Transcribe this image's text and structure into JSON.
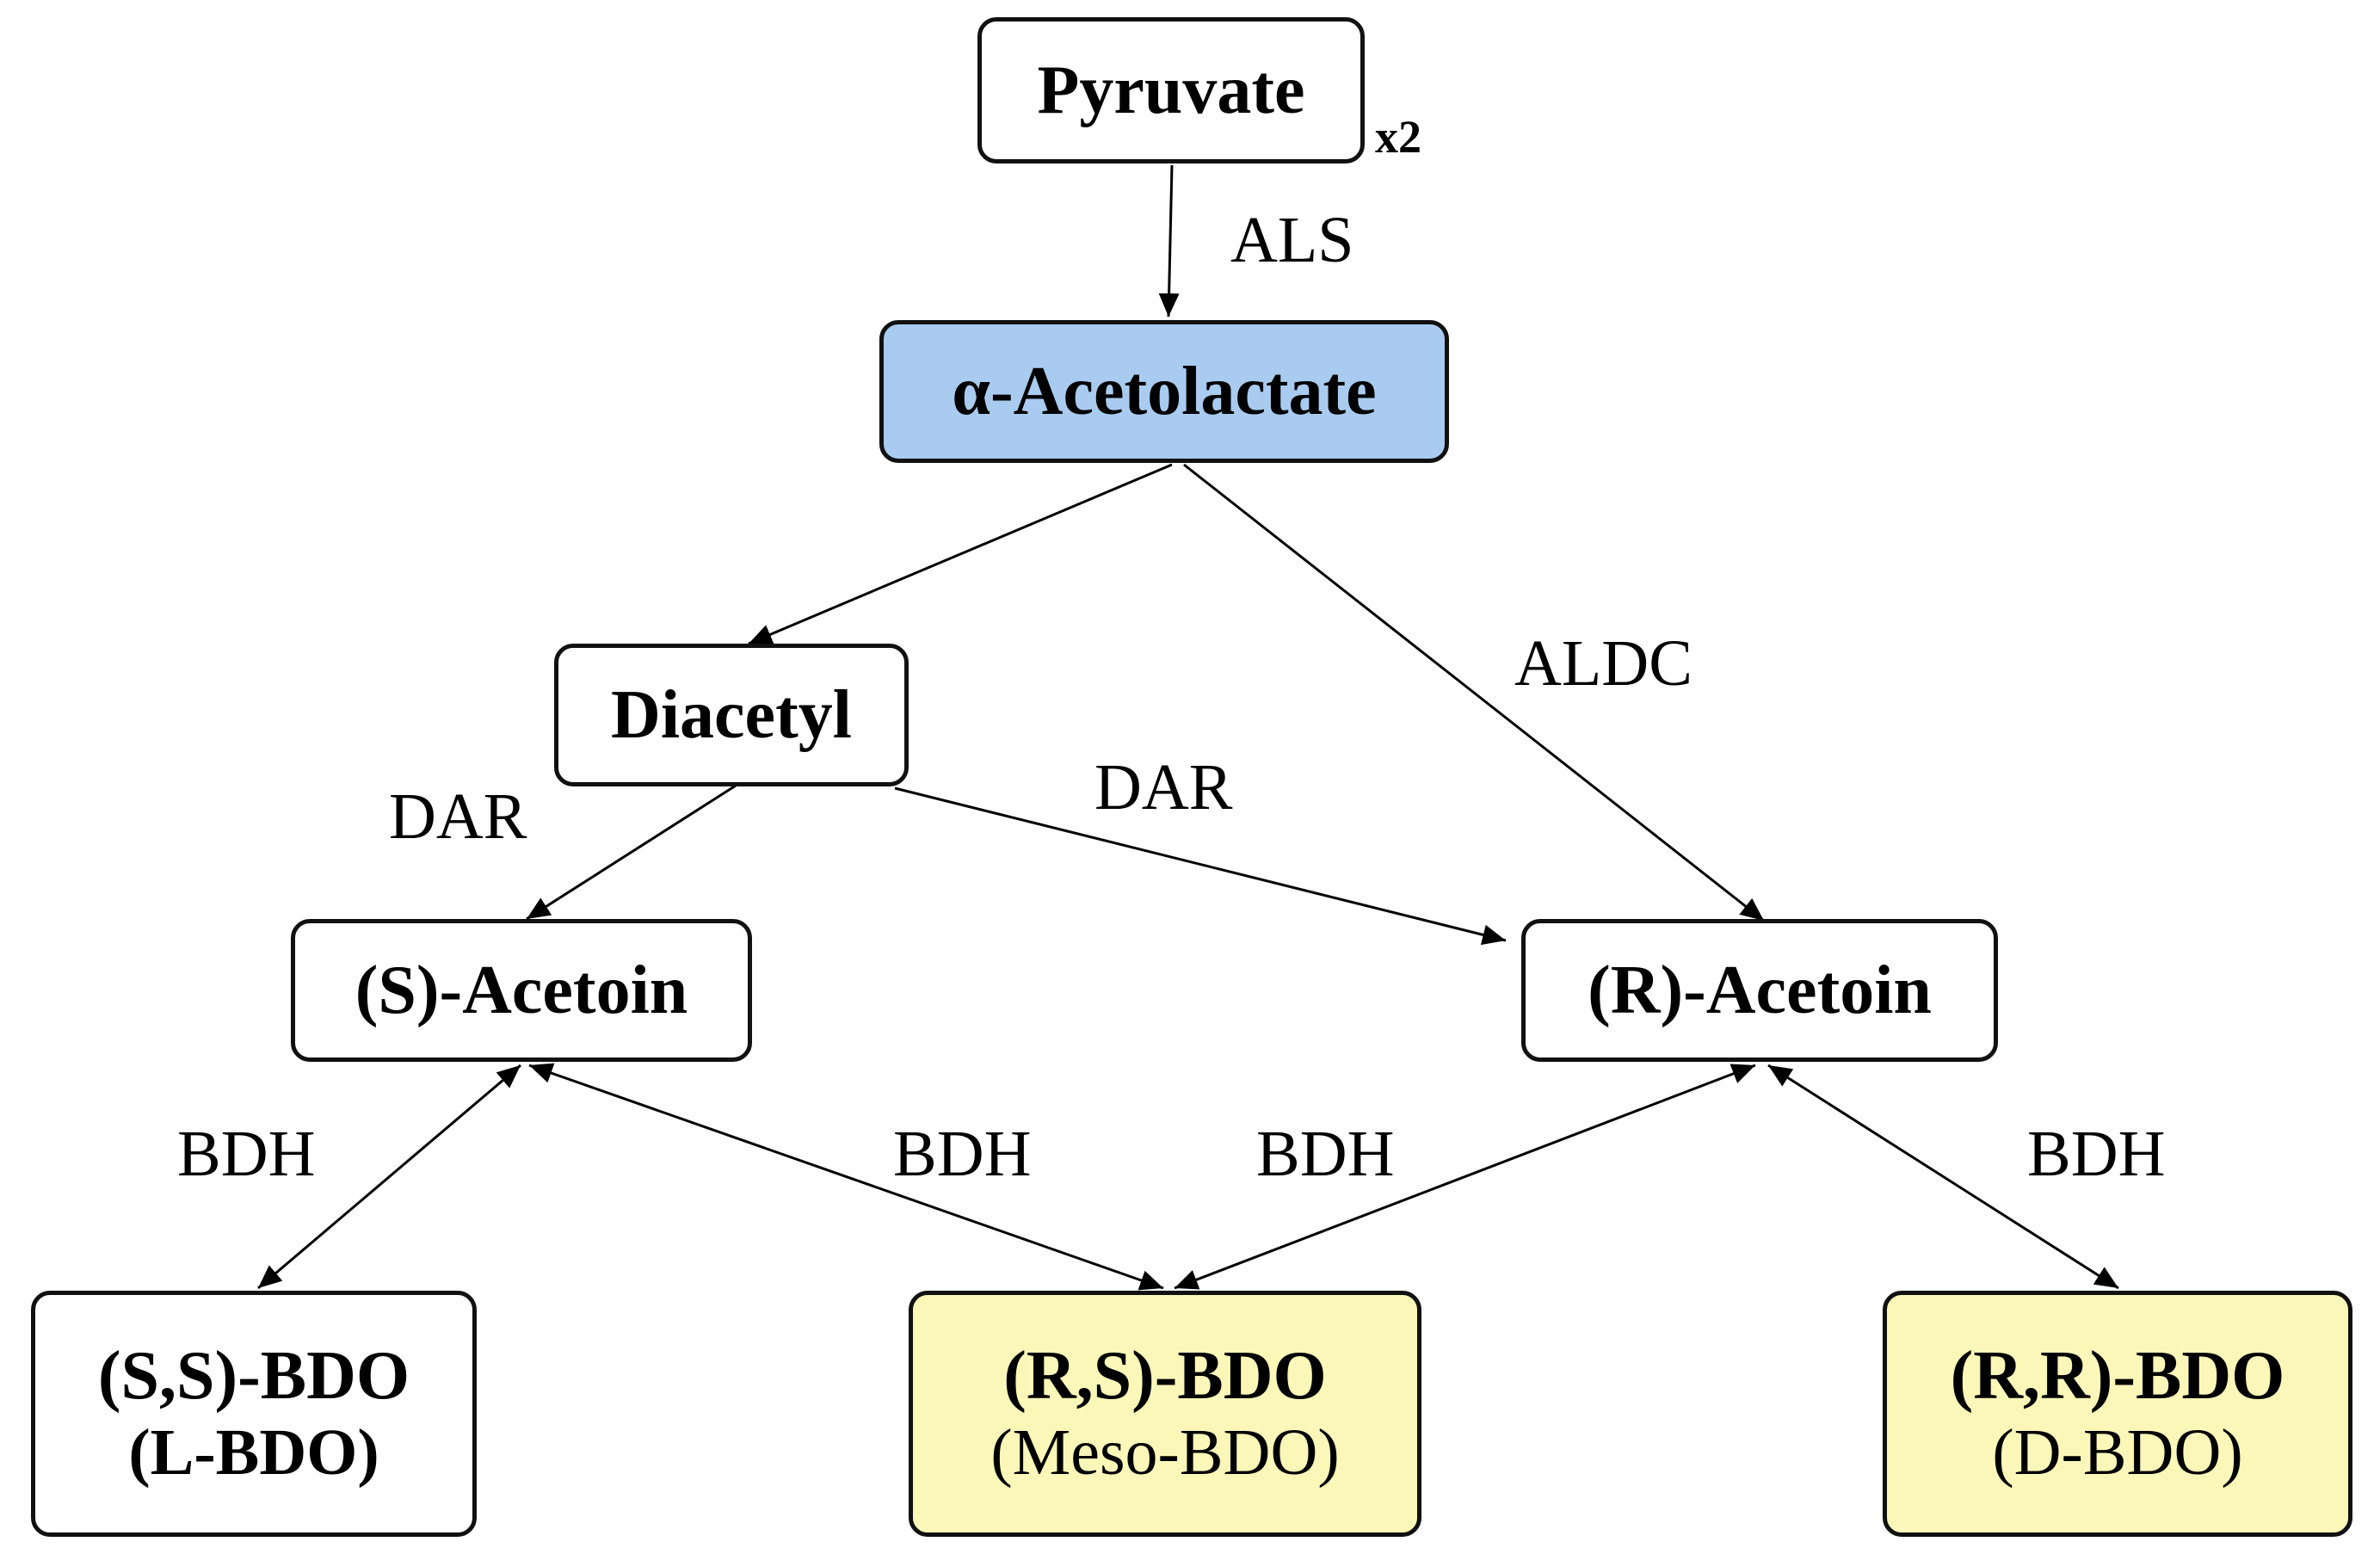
{
  "colors": {
    "blue_fill": "#a9cbef",
    "yellow_fill": "#fbf7b9",
    "white_fill": "#ffffff",
    "stroke": "#111111"
  },
  "nodes": {
    "pyruvate": {
      "title": "Pyruvate",
      "multiplier": "x2"
    },
    "acetolactate": {
      "title": "α-Acetolactate"
    },
    "diacetyl": {
      "title": "Diacetyl"
    },
    "s_acetoin": {
      "title": "(S)-Acetoin"
    },
    "r_acetoin": {
      "title": "(R)-Acetoin"
    },
    "ss_bdo": {
      "title": "(S,S)-BDO",
      "subtitle": "(L-BDO)"
    },
    "rs_bdo": {
      "title": "(R,S)-BDO",
      "subtitle": "(Meso-BDO)"
    },
    "rr_bdo": {
      "title": "(R,R)-BDO",
      "subtitle": "(D-BDO)"
    }
  },
  "enzymes": {
    "als": "ALS",
    "aldc": "ALDC",
    "dar_left": "DAR",
    "dar_right": "DAR",
    "bdh_1": "BDH",
    "bdh_2": "BDH",
    "bdh_3": "BDH",
    "bdh_4": "BDH"
  }
}
